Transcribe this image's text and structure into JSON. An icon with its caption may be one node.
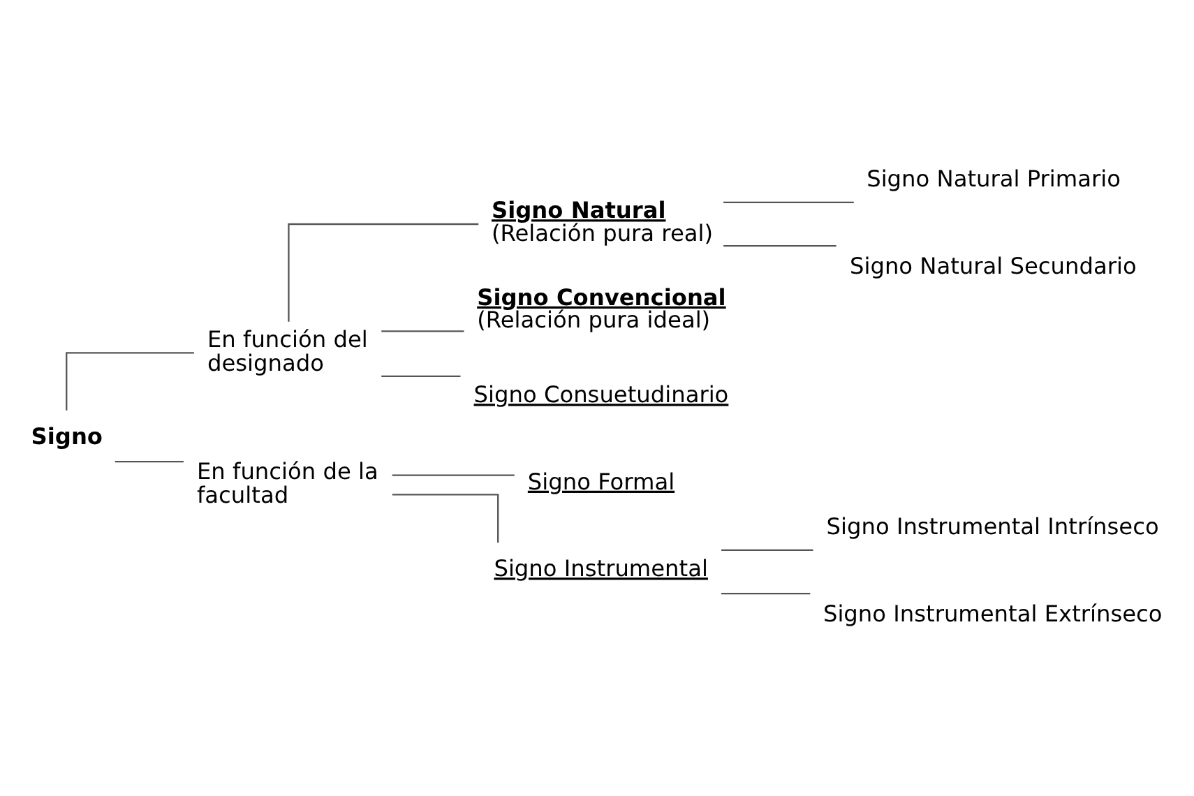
{
  "diagram": {
    "nodes": [
      {
        "text": [
          "Signo"
        ]
      },
      {
        "text": [
          "En función del designado"
        ]
      },
      {
        "text": [
          "Signo Natural",
          "(Relación pura real)"
        ]
      },
      {
        "text": [
          "Signo Convencional",
          "(Relación pura ideal)"
        ]
      },
      {
        "text": [
          "Signo Consuetudinario"
        ]
      },
      {
        "text": [
          "Signo Natural Primario"
        ]
      },
      {
        "text": [
          "Signo Natural Secundario"
        ]
      },
      {
        "text": [
          "En función de la facultad"
        ]
      },
      {
        "text": [
          "Signo Formal"
        ]
      },
      {
        "text": [
          "Signo Instrumental"
        ]
      },
      {
        "text": [
          "Signo Instrumental Intrínseco"
        ]
      },
      {
        "text": [
          "Signo Instrumental Extrínseco"
        ]
      }
    ],
    "edges": [
      {
        "from": 0,
        "to": 1,
        "arrow": "none"
      },
      {
        "from": 0,
        "to": 7,
        "arrow": "none"
      },
      {
        "from": 1,
        "to": 2,
        "arrow": "none"
      },
      {
        "from": 1,
        "to": 3,
        "arrow": "none"
      },
      {
        "from": 1,
        "to": 4,
        "arrow": "none"
      },
      {
        "from": 2,
        "to": 5,
        "arrow": "none"
      },
      {
        "from": 2,
        "to": 6,
        "arrow": "none"
      },
      {
        "from": 7,
        "to": 8,
        "arrow": "none"
      },
      {
        "from": 7,
        "to": 9,
        "arrow": "none"
      },
      {
        "from": 9,
        "to": 10,
        "arrow": "none"
      },
      {
        "from": 9,
        "to": 11,
        "arrow": "none"
      }
    ]
  }
}
